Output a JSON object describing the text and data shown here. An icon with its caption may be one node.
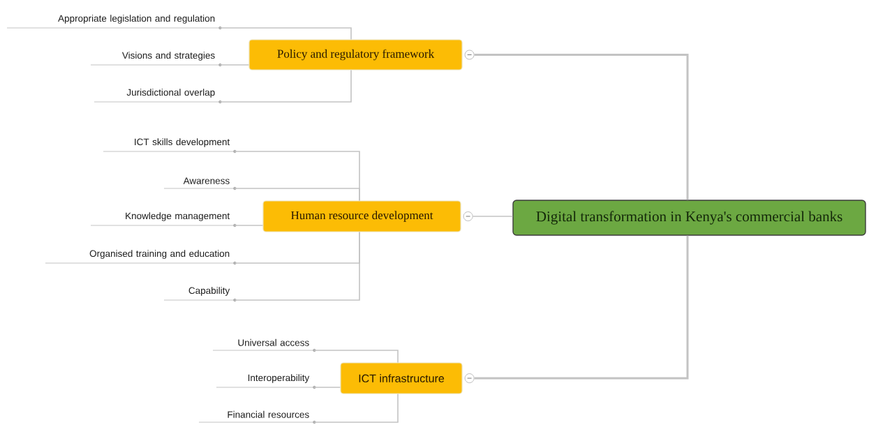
{
  "diagram": {
    "nodes": [
      {
        "text": [
          "Digital transformation in Kenya's commercial banks"
        ]
      },
      {
        "text": [
          "Policy and regulatory framework"
        ]
      },
      {
        "text": [
          "Appropriate legislation and regulation"
        ]
      },
      {
        "text": [
          "Visions and strategies"
        ]
      },
      {
        "text": [
          "Jurisdictional overlap"
        ]
      },
      {
        "text": [
          "Human resource development"
        ]
      },
      {
        "text": [
          "ICT skills development"
        ]
      },
      {
        "text": [
          "Awareness"
        ]
      },
      {
        "text": [
          "Knowledge management"
        ]
      },
      {
        "text": [
          "Organised training and education"
        ]
      },
      {
        "text": [
          "Capability"
        ]
      },
      {
        "text": [
          "ICT infrastructure"
        ]
      },
      {
        "text": [
          "Universal access"
        ]
      },
      {
        "text": [
          "Interoperability"
        ]
      },
      {
        "text": [
          "Financial resources"
        ]
      }
    ],
    "edges": [
      {
        "from": 0,
        "to": 1,
        "arrow": "none"
      },
      {
        "from": 0,
        "to": 5,
        "arrow": "none"
      },
      {
        "from": 0,
        "to": 11,
        "arrow": "none"
      },
      {
        "from": 1,
        "to": 2,
        "arrow": "none"
      },
      {
        "from": 1,
        "to": 3,
        "arrow": "none"
      },
      {
        "from": 1,
        "to": 4,
        "arrow": "none"
      },
      {
        "from": 5,
        "to": 6,
        "arrow": "none"
      },
      {
        "from": 5,
        "to": 7,
        "arrow": "none"
      },
      {
        "from": 5,
        "to": 8,
        "arrow": "none"
      },
      {
        "from": 5,
        "to": 9,
        "arrow": "none"
      },
      {
        "from": 5,
        "to": 10,
        "arrow": "none"
      },
      {
        "from": 11,
        "to": 12,
        "arrow": "none"
      },
      {
        "from": 11,
        "to": 13,
        "arrow": "none"
      },
      {
        "from": 11,
        "to": 14,
        "arrow": "none"
      }
    ]
  }
}
